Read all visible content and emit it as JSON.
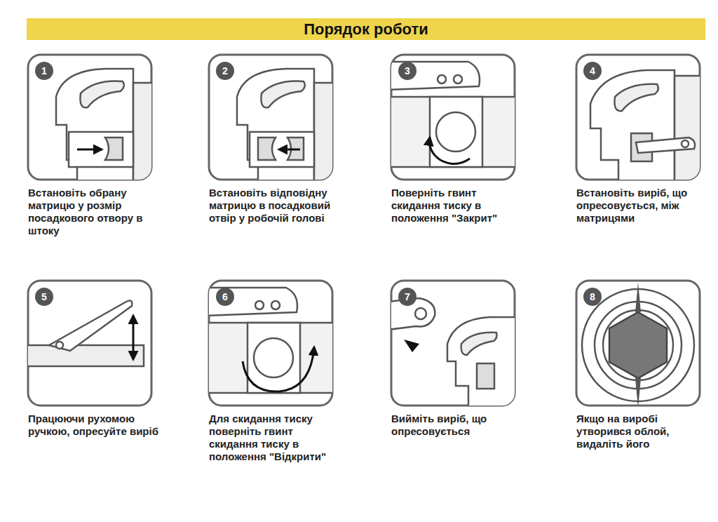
{
  "diagram": {
    "title": "Порядок роботи",
    "nodes": [
      {
        "text": [
          "Встановіть обрану матрицю у розмір посадкового отвору в штоку"
        ]
      },
      {
        "text": [
          "1"
        ],
        "in": 0
      },
      {
        "text": [
          "Встановіть відповідну матрицю в посадковий отвір у робочій голові"
        ]
      },
      {
        "text": [
          "2"
        ],
        "in": 2
      },
      {
        "text": [
          "Поверніть гвинт скидання тиску в положення \"Закрит\""
        ]
      },
      {
        "text": [
          "3"
        ],
        "in": 4
      },
      {
        "text": [
          "Встановіть виріб, що опресовується, між матрицями"
        ]
      },
      {
        "text": [
          "4"
        ],
        "in": 6
      },
      {
        "text": [
          "Працюючи рухомою ручкою, опресуйте виріб"
        ]
      },
      {
        "text": [
          "5"
        ],
        "in": 8
      },
      {
        "text": [
          "Для скидання тиску поверніть гвинт скидання тиску в положення \"Відкрити\""
        ]
      },
      {
        "text": [
          "6"
        ],
        "in": 10
      },
      {
        "text": [
          "Вийміть виріб, що опресовується"
        ]
      },
      {
        "text": [
          "7"
        ],
        "in": 12
      },
      {
        "text": [
          "Якщо на виробі утворився облой, видаліть його"
        ]
      },
      {
        "text": [
          "8"
        ],
        "in": 14
      }
    ]
  }
}
